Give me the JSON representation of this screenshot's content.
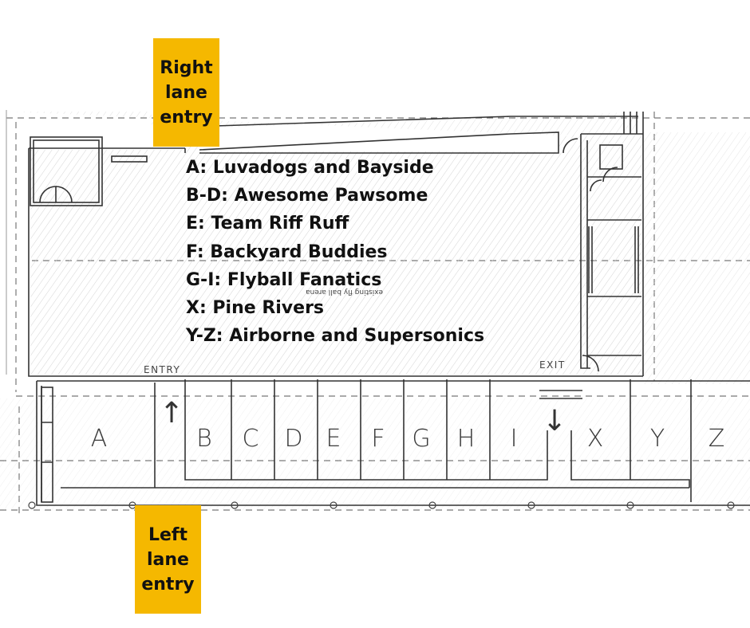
{
  "callouts": {
    "right_entry": "Right\nlane\nentry",
    "left_entry": "Left\nlane\nentry"
  },
  "legend": [
    "A: Luvadogs and Bayside",
    "B-D: Awesome Pawsome",
    "E: Team Riff Ruff",
    "F: Backyard Buddies",
    "G-I: Flyball Fanatics",
    "X: Pine Rivers",
    "Y-Z: Airborne and Supersonics"
  ],
  "plan_labels": {
    "entry": "ENTRY",
    "exit": "EXIT"
  },
  "lanes": [
    "A",
    "B",
    "C",
    "D",
    "E",
    "F",
    "G",
    "H",
    "I",
    "X",
    "Y",
    "Z"
  ],
  "arrows": {
    "entry_arrow": "↑",
    "exit_arrow": "↓"
  }
}
